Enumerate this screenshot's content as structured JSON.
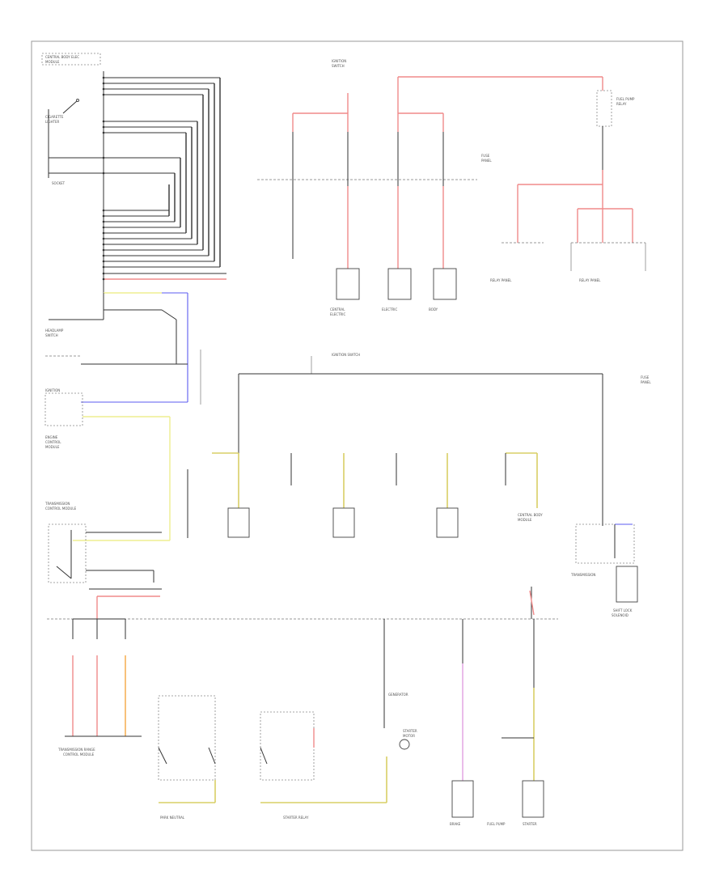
{
  "diagram": {
    "title": "",
    "page_code": "",
    "components": [
      {
        "id": "central-control-module",
        "label": "CENTRAL BODY ELECTRIC CONTROL MODULE"
      },
      {
        "id": "cigarette-lighter-socket",
        "label": "CIGARETTE LIGHTER SOCKET"
      },
      {
        "id": "headlamp-switch",
        "label": "HEADLAMP SWITCH"
      },
      {
        "id": "ignition-switch",
        "label": "IGNITION SWITCH"
      },
      {
        "id": "fuse-panel-left",
        "label": "FUSE PANEL"
      },
      {
        "id": "fuse-panel-right",
        "label": "FUSE PANEL"
      },
      {
        "id": "relay-panel-1",
        "label": "RELAY PANEL"
      },
      {
        "id": "relay-panel-2",
        "label": "RELAY PANEL"
      },
      {
        "id": "transmission-control-module",
        "label": "TRANSMISSION CONTROL MODULE"
      },
      {
        "id": "fuel-pump-relay",
        "label": "FUEL PUMP RELAY"
      },
      {
        "id": "starter-motor",
        "label": "STARTER MOTOR"
      },
      {
        "id": "generator",
        "label": "GENERATOR"
      }
    ]
  }
}
